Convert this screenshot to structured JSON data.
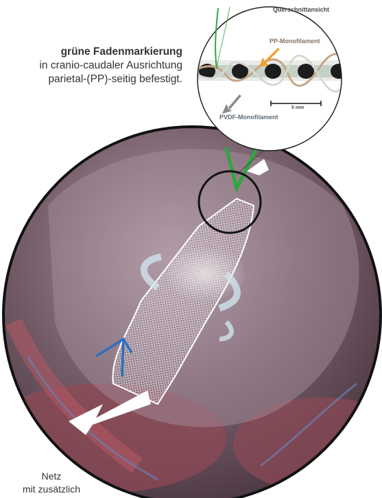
{
  "inset": {
    "heading": "Querschnittansicht",
    "label_pp": "PP-Monofilament",
    "label_pvdf": "PVDF-Monofilament",
    "scale_label": "5 mm"
  },
  "annotation_top": {
    "line1": "grüne Fadenmarkierung",
    "line2": "in cranio-caudaler Ausrichtung",
    "line3": "parietal-(PP)-seitig befestigt."
  },
  "annotation_bottom": {
    "line1": "Netz",
    "line2": "mit zusätzlich"
  },
  "colors": {
    "green_thread": "#2fa640",
    "blue_thread": "#2b6fc0",
    "orange_arrow": "#f0a033",
    "gray_arrow": "#8a8a8a",
    "tissue": "#6e5560"
  }
}
